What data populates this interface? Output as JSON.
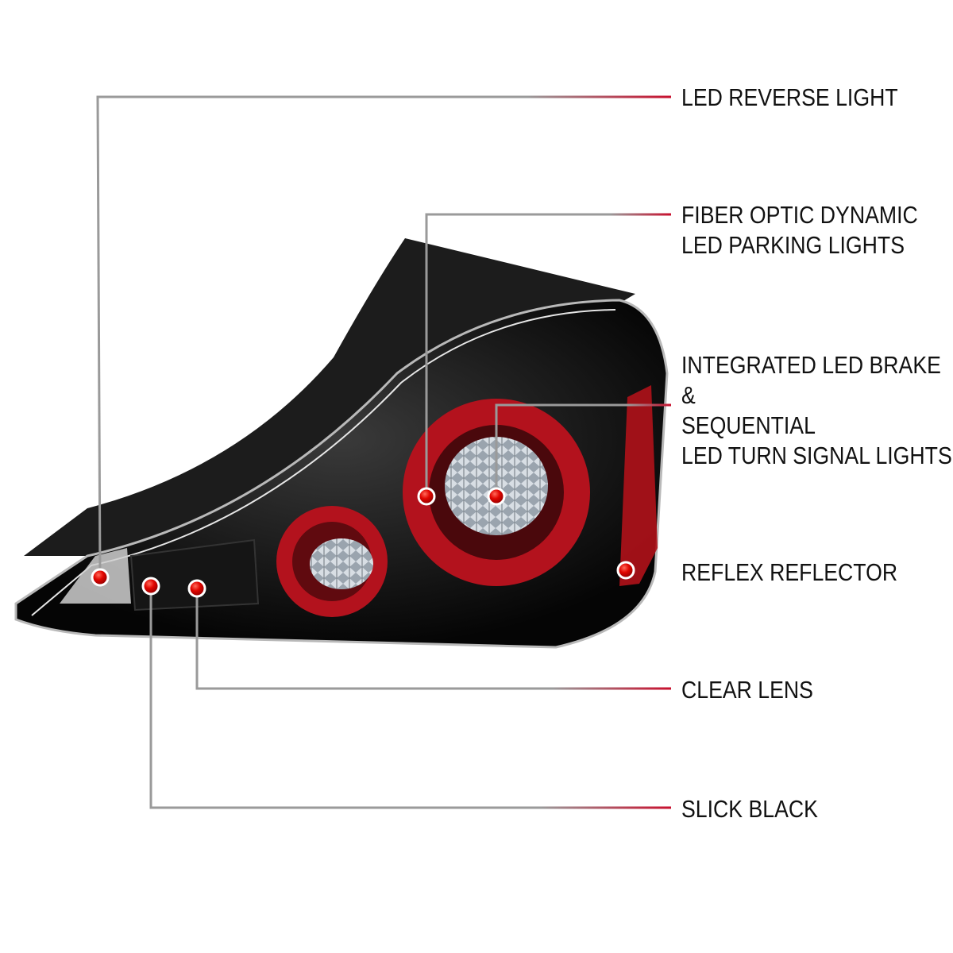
{
  "callouts": {
    "reverse": {
      "lines": [
        "LED REVERSE LIGHT"
      ]
    },
    "parking": {
      "lines": [
        "FIBER OPTIC DYNAMIC",
        "LED PARKING LIGHTS"
      ]
    },
    "brake": {
      "lines": [
        "INTEGRATED LED BRAKE",
        "&",
        "SEQUENTIAL",
        "LED TURN SIGNAL LIGHTS"
      ]
    },
    "reflector": {
      "lines": [
        "REFLEX REFLECTOR"
      ]
    },
    "clear_lens": {
      "lines": [
        "CLEAR LENS"
      ]
    },
    "slick_black": {
      "lines": [
        "SLICK BLACK"
      ]
    }
  },
  "colors": {
    "leader_line": "#8a8a8a",
    "accent_red": "#c8102e",
    "marker_red": "#e10600",
    "housing_black": "#0a0a0a"
  }
}
